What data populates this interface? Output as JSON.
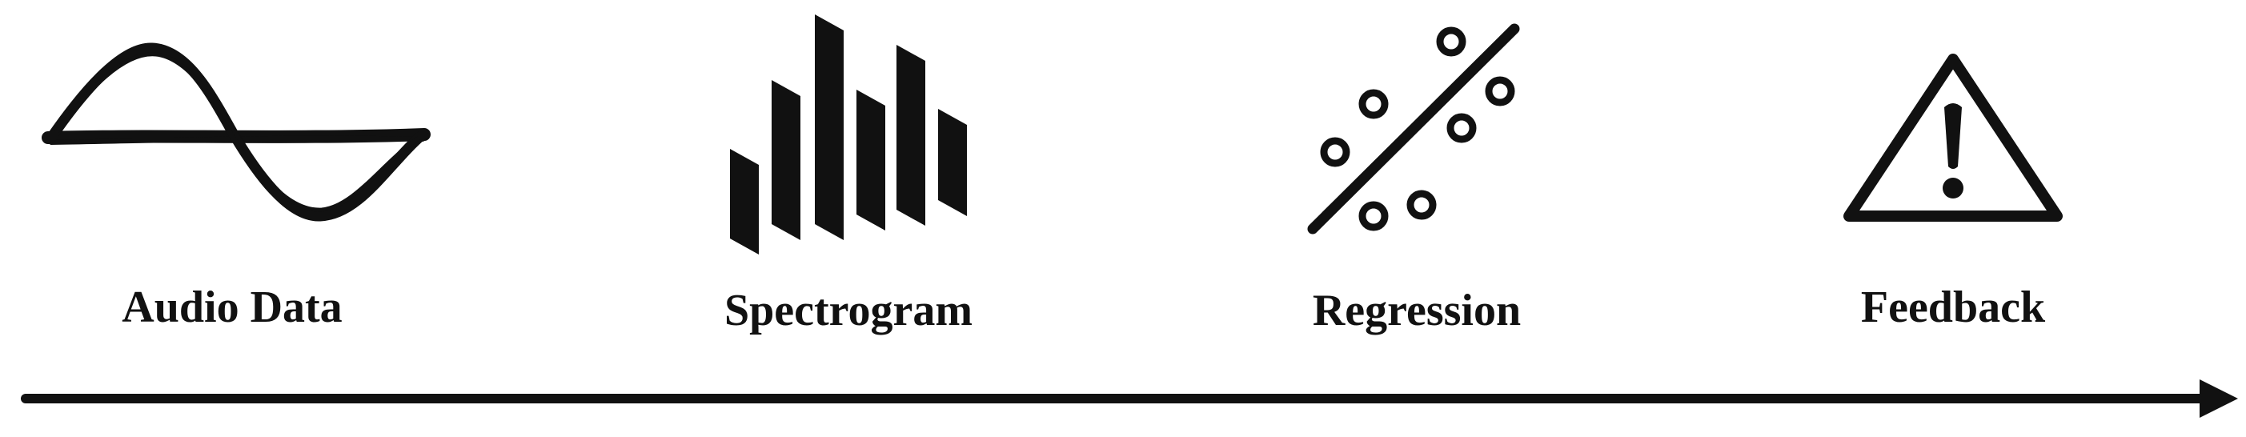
{
  "steps": [
    {
      "label": "Audio Data",
      "icon": "sine-wave-icon"
    },
    {
      "label": "Spectrogram",
      "icon": "spectrogram-bars-icon"
    },
    {
      "label": "Regression",
      "icon": "regression-scatter-icon"
    },
    {
      "label": "Feedback",
      "icon": "warning-triangle-icon"
    }
  ],
  "colors": {
    "ink": "#111111",
    "background": "#ffffff"
  }
}
